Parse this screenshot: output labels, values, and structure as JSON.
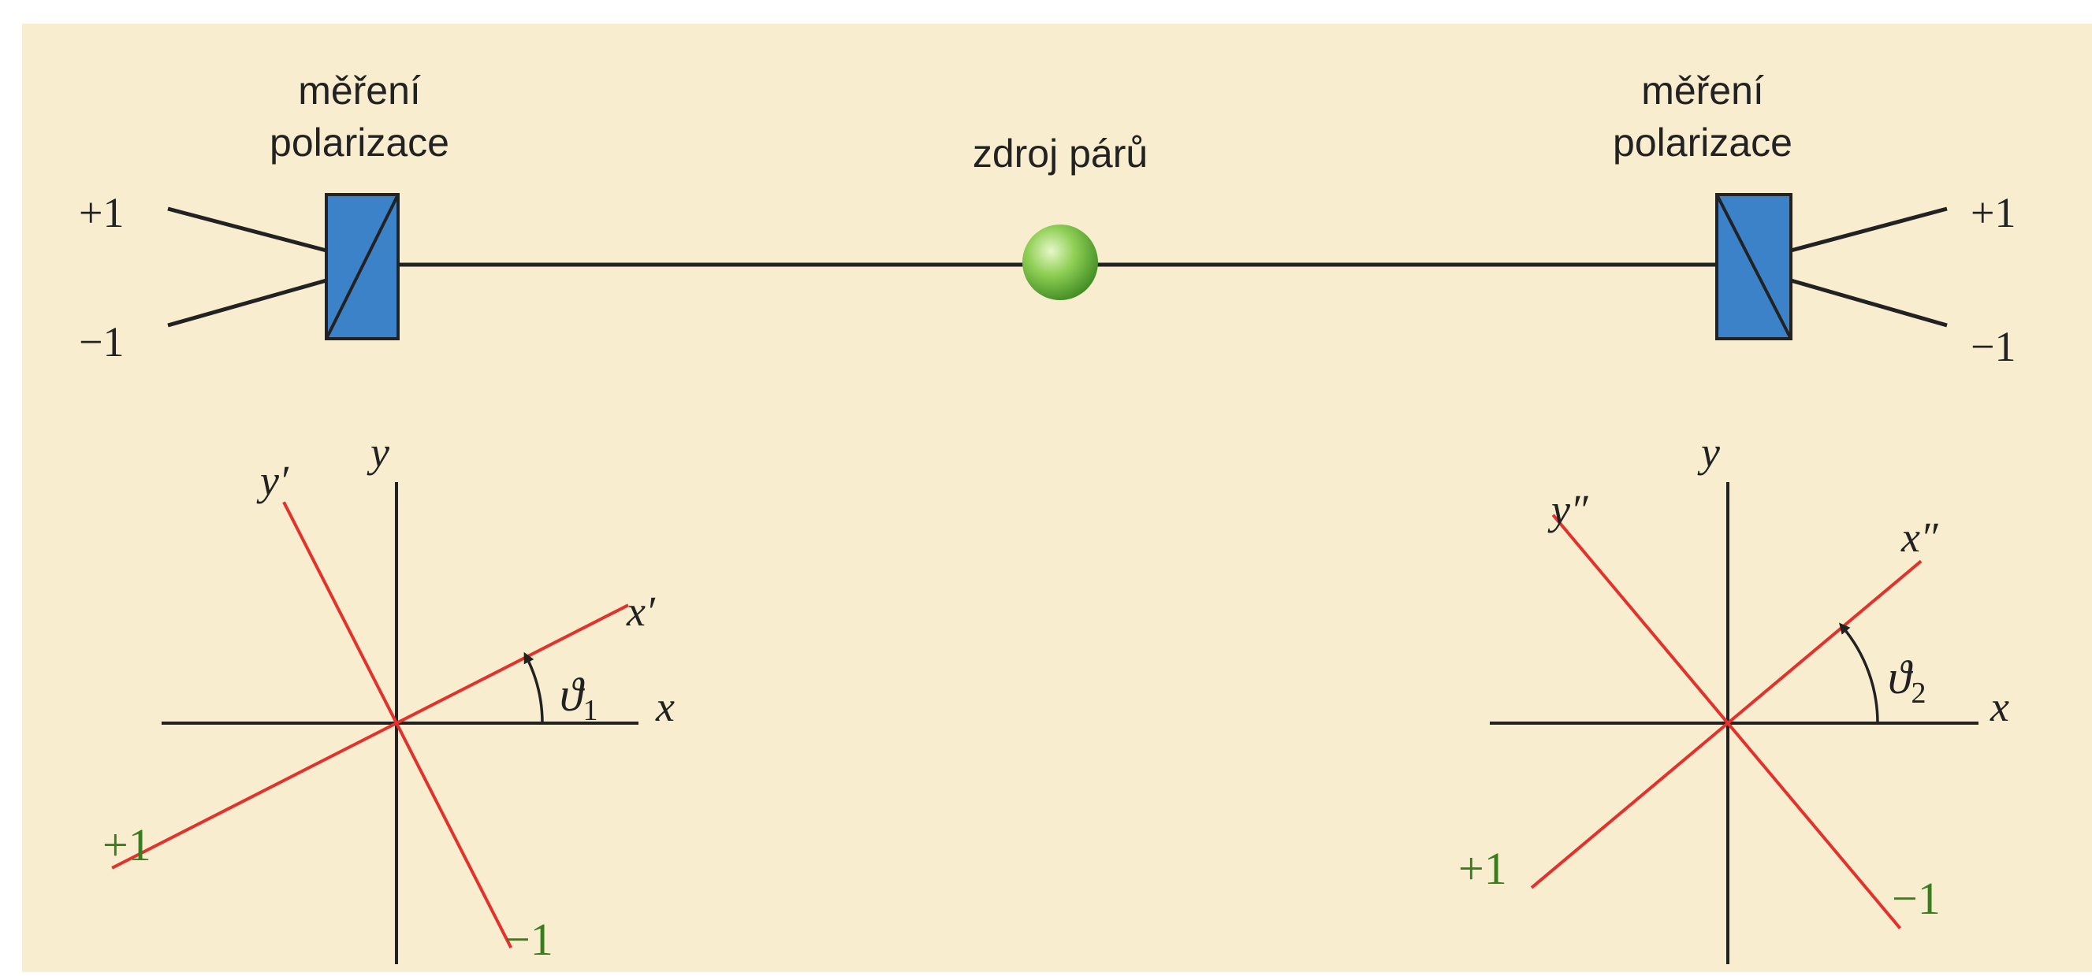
{
  "colors": {
    "paper": "#f8edcf",
    "ink": "#222222",
    "analyzer_fill": "#3b82c8",
    "red_axis": "#e2322b",
    "green_label": "#3a7d1e",
    "source_green": "#7cc04a"
  },
  "top": {
    "left_label_line1": "měření",
    "left_label_line2": "polarizace",
    "center_label": "zdroj párů",
    "right_label_line1": "měření",
    "right_label_line2": "polarizace",
    "left_plus": "+1",
    "left_minus": "−1",
    "right_plus": "+1",
    "right_minus": "−1"
  },
  "left_axes": {
    "y_label": "y",
    "y_prime_label": "y′",
    "x_label": "x",
    "x_prime_label": "x′",
    "theta_label": "ϑ",
    "theta_sub": "1",
    "plus_label": "+1",
    "minus_label": "−1",
    "angle_deg": 27
  },
  "right_axes": {
    "y_label": "y",
    "y_dprime_label": "y″",
    "x_label": "x",
    "x_dprime_label": "x″",
    "theta_label": "ϑ",
    "theta_sub": "2",
    "plus_label": "+1",
    "minus_label": "−1",
    "angle_deg": 40
  },
  "icons": {
    "source": "sphere-icon",
    "analyzer": "polarizer-icon",
    "arc_arrow": "angle-arrow-icon"
  }
}
